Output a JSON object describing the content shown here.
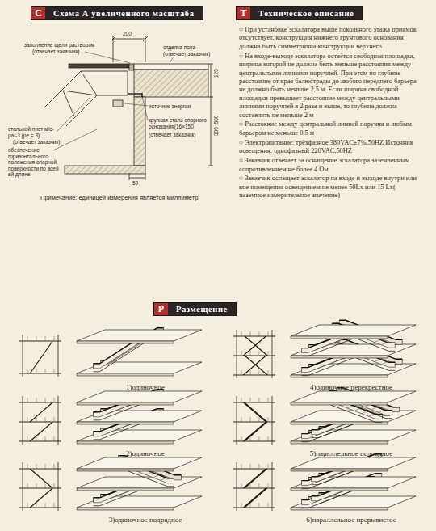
{
  "diagram": {
    "nodes": [
      {
        "text": [
          "C",
          "Схема А увеличенного масштаба"
        ]
      },
      {
        "text": [
          "T",
          "Техническое описание"
        ]
      },
      {
        "text": [
          "P",
          "Размещение"
        ]
      }
    ],
    "labels": [
      "заполнение щели раствором",
      "(отвечает заказчик)",
      "200",
      "отделка пола",
      "(отвечает заказчик)",
      "120",
      "300~500",
      "источник энергии",
      "крупная сталь опорного основания(16×150",
      "(отвечает заказчик)",
      "стальной лист м/с-ра/-3 (ре = 3)",
      "(отвечает заказчик)",
      "обеспечение горизонтального положения опорной поверхности по всей ей длине",
      "50",
      "Примечание: единицей измерения является миллиметр",
      "○ При установке эскалатора выше покольного этажа приямок отсутствует, конструкция нижнего грунтового основания должна быть симметрична конструкции верхнего",
      "○ На входе-выходе эскалатора остаётся свободная площадка, ширина которой не должна быть меньше расстояния между центральными линиями поручней. При этом по глубине расстояние от края балюстрады до любого переднего барьера не должно быть меньше 2,5 м. Если ширина свободной площадки превышает расстояние между центральными линиями поручней в 2 раза и выше, то глубина должна составлять не меньше 2 м",
      "○ Расстояние между центральной линией поручня и любым барьером не меньше 0,5 м",
      "○ Электропитание: трёхфазное 380VAC±7%,50HZ Источник освещения: однофазный 220VAC,50HZ",
      "○ Заказчик отвечает за оснащение эскалатора заземленным сопротивлением не более 4 Ом",
      "○ Заказчик оснащает эскалатор на входе и выходе внутри или вне помещения освещением не менее 50Lx или 15 Lx( наземное измерительное значение)",
      "1)одиночное",
      "2)одиночное",
      "3)одиночное подрядное",
      "4)одиночное перекрестное",
      "5)параллельное подрядное",
      "6)параллельное прерывистое"
    ]
  }
}
